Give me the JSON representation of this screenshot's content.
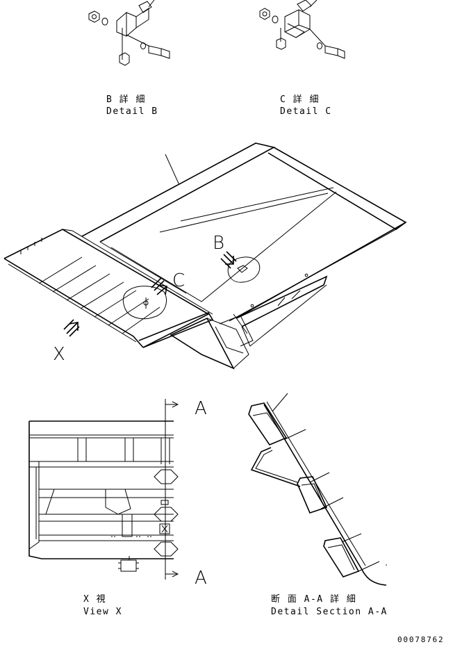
{
  "detail_b": {
    "title_jp": "B 詳 細",
    "title_en": "Detail B"
  },
  "detail_c": {
    "title_jp": "C 詳 細",
    "title_en": "Detail C"
  },
  "main_view": {
    "label_b": "B",
    "label_c": "C",
    "label_x": "X"
  },
  "view_x": {
    "title_jp": "X 視",
    "title_en": "View X",
    "section_label_top": "A",
    "section_label_bottom": "A"
  },
  "section_aa": {
    "title_jp": "断 面 A-A 詳 細",
    "title_en": "Detail Section A-A"
  },
  "drawing_number": "00078762"
}
